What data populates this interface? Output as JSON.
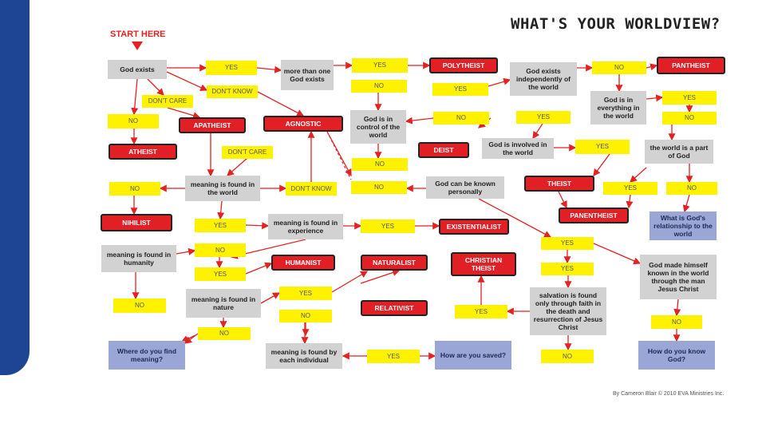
{
  "title": "WHAT'S YOUR WORLDVIEW?",
  "start_label": "START HERE",
  "credit": "By Cameron Blair © 2010 EVA Ministries Inc.",
  "colors": {
    "question": "#d2d2d2",
    "answer": "#fff200",
    "worldview": "#e31f26",
    "final": "#9aa6d6",
    "arrow": "#e32222",
    "sidebar": "#1e4594"
  },
  "nodes": {
    "god_exists": "God exists",
    "yes_1": "YES",
    "more_than_one": "more than one God exists",
    "yes_2": "YES",
    "polytheist": "POLYTHEIST",
    "god_independent": "God exists independently of the world",
    "no_1": "NO",
    "pantheist": "PANTHEIST",
    "dont_know_1": "DON'T KNOW",
    "no_2": "NO",
    "yes_3": "YES",
    "god_in_everything": "God is in everything in the world",
    "yes_4": "YES",
    "dont_care_1": "DON'T CARE",
    "no_3": "NO",
    "apatheist": "APATHEIST",
    "agnostic": "AGNOSTIC",
    "god_in_control": "God is in control of the world",
    "no_4": "NO",
    "yes_5": "YES",
    "no_5": "NO",
    "atheist": "ATHEIST",
    "dont_care_2": "DON'T CARE",
    "deist": "DEIST",
    "god_involved": "God is involved in the world",
    "yes_6": "YES",
    "world_part_of_god": "the world is a part of God",
    "no_6": "NO",
    "no_7": "NO",
    "meaning_world": "meaning is found in the world",
    "dont_know_2": "DON'T KNOW",
    "no_8": "NO",
    "god_known": "God can be known personally",
    "theist": "THEIST",
    "yes_7": "YES",
    "no_9": "NO",
    "nihilist": "NIHILIST",
    "yes_8": "YES",
    "meaning_experience": "meaning is found in experience",
    "yes_9": "YES",
    "existentialist": "EXISTENTIALIST",
    "panentheist": "PANENTHEIST",
    "gods_relationship": "What is God's relationship to the world",
    "meaning_humanity": "meaning is found in humanity",
    "no_10": "NO",
    "humanist": "HUMANIST",
    "naturalist": "NATURALIST",
    "christian_theist": "CHRISTIAN THEIST",
    "yes_10": "YES",
    "god_known_jesus": "God made himself known in the world through the man Jesus Christ",
    "yes_11": "YES",
    "yes_12": "YES",
    "no_11": "NO",
    "meaning_nature": "meaning is found in nature",
    "yes_13": "YES",
    "relativist": "RELATIVIST",
    "yes_14": "YES",
    "salvation": "salvation is found only through faith in the death and resurrection of Jesus Christ",
    "no_12": "NO",
    "no_13": "NO",
    "where_meaning": "Where do you find meaning?",
    "meaning_individual": "meaning is found by each individual",
    "yes_15": "YES",
    "how_saved": "How are you saved?",
    "no_14": "NO",
    "how_know_god": "How do you know God?"
  }
}
